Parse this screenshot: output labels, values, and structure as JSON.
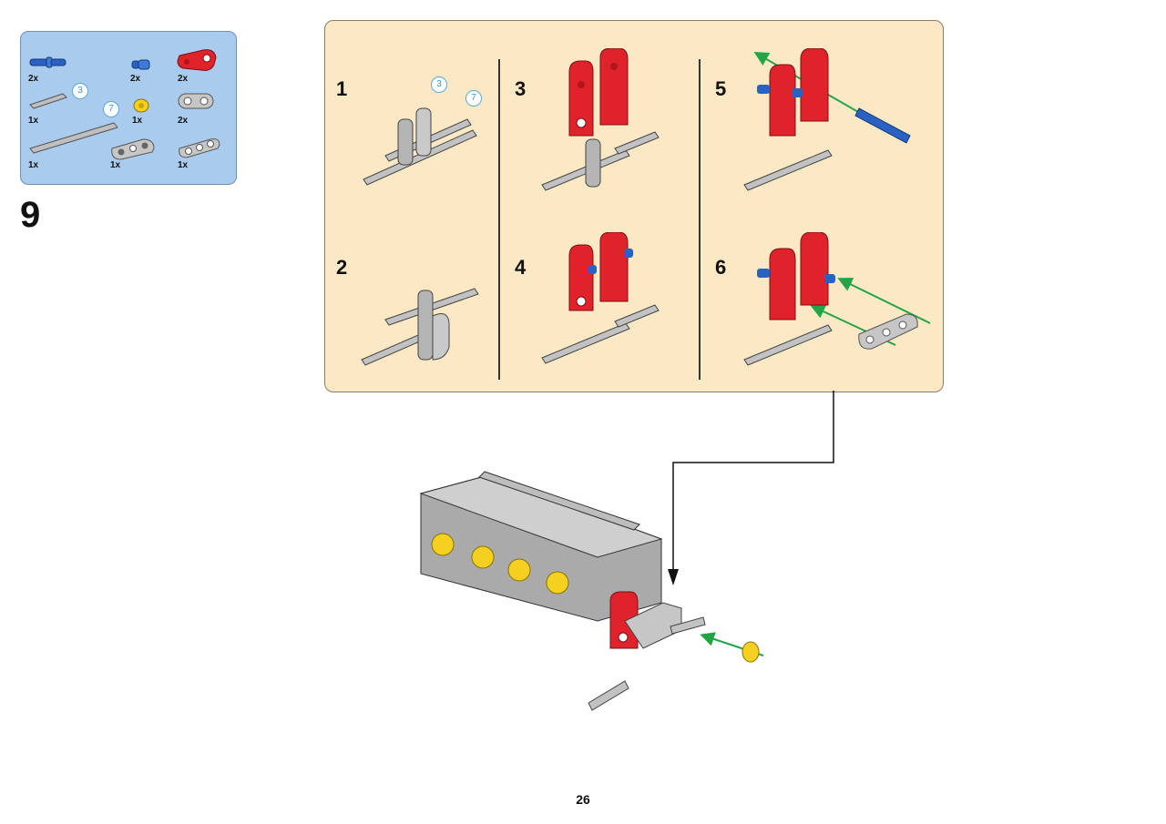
{
  "step": {
    "number": "9"
  },
  "parts_list": {
    "items": [
      {
        "name": "blue friction pin",
        "qty": "2x"
      },
      {
        "name": "blue short pin",
        "qty": "2x"
      },
      {
        "name": "red angled connector",
        "qty": "2x"
      },
      {
        "name": "grey axle",
        "qty": "1x",
        "length": "3"
      },
      {
        "name": "yellow bush",
        "qty": "1x"
      },
      {
        "name": "grey beam 2",
        "qty": "2x"
      },
      {
        "name": "grey axle",
        "qty": "1x",
        "length": "7"
      },
      {
        "name": "grey axle connector",
        "qty": "1x"
      },
      {
        "name": "grey beam 3",
        "qty": "1x"
      }
    ]
  },
  "substeps": [
    {
      "number": "1"
    },
    {
      "number": "2"
    },
    {
      "number": "3"
    },
    {
      "number": "4"
    },
    {
      "number": "5"
    },
    {
      "number": "6"
    }
  ],
  "substep1_callouts": {
    "a": "3",
    "b": "7"
  },
  "colors": {
    "panel": "#fbe8c4",
    "parts_box": "#a9cbed",
    "red": "#e0222a",
    "blue": "#2a62c4",
    "grey": "#b8b8b8",
    "yellow": "#f5d020",
    "arrow_green": "#22a447"
  },
  "page": {
    "number": "26"
  }
}
